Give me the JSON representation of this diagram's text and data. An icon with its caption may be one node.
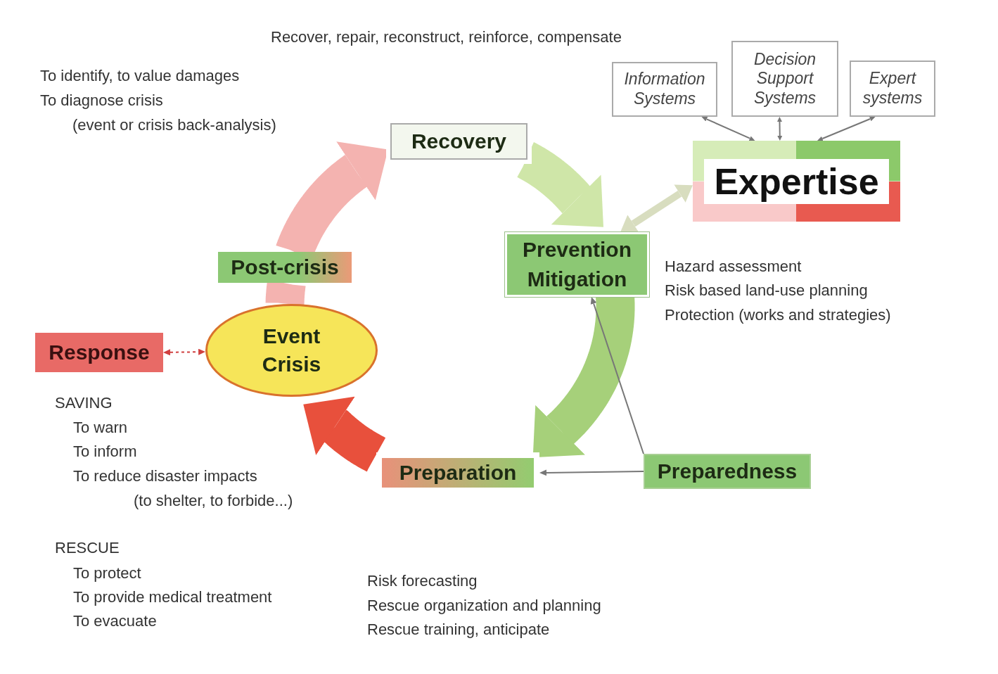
{
  "diagram": {
    "nodes": [
      {
        "text": [
          "Recovery"
        ]
      },
      {
        "text": [
          "Prevention Mitigation"
        ],
        "beside": [
          "Hazard assessment",
          "Risk based land-use planning",
          "Protection (works and strategies)"
        ]
      },
      {
        "text": [
          "Preparation"
        ],
        "beside": [
          "Risk forecasting",
          "Rescue organization and planning",
          "Rescue training, anticipate"
        ]
      },
      {
        "text": [
          "Event Crisis"
        ]
      },
      {
        "text": [
          "Post-crisis"
        ],
        "beside": [
          "To identify, to value damages",
          "To diagnose crisis",
          "(event or crisis back-analysis)"
        ]
      },
      {
        "text": [
          "Response"
        ],
        "beside": [
          "SAVING",
          "To warn",
          "To inform",
          "To reduce disaster impacts",
          "(to shelter, to forbide...)",
          "RESCUE",
          "To protect",
          "To provide medical treatment",
          "To evacuate"
        ]
      },
      {
        "text": [
          "Preparedness"
        ]
      },
      {
        "text": [
          "Expertise"
        ]
      },
      {
        "text": [
          "Information Systems"
        ]
      },
      {
        "text": [
          "Decision Support Systems"
        ]
      },
      {
        "text": [
          "Expert systems"
        ]
      }
    ],
    "edges": [
      {
        "from": 3,
        "to": 4,
        "arrow": "none",
        "style": "thick",
        "color": "#f4b3b0"
      },
      {
        "from": 4,
        "to": 0,
        "arrow": "to",
        "style": "thick",
        "color": "#f4b3b0"
      },
      {
        "from": 0,
        "to": 1,
        "arrow": "to",
        "style": "thick",
        "color": "#cfe6a8"
      },
      {
        "from": 1,
        "to": 2,
        "arrow": "to",
        "style": "thick",
        "color": "#a6d07a"
      },
      {
        "from": 2,
        "to": 3,
        "arrow": "to",
        "style": "thick",
        "color": "#e8503c"
      },
      {
        "from": 5,
        "to": 3,
        "arrow": "both",
        "style": "dashed",
        "color": "#d04040"
      },
      {
        "from": 7,
        "to": 1,
        "arrow": "both",
        "style": "thick",
        "color": "#d8ddbf"
      },
      {
        "from": 8,
        "to": 7,
        "arrow": "both"
      },
      {
        "from": 9,
        "to": 7,
        "arrow": "both"
      },
      {
        "from": 10,
        "to": 7,
        "arrow": "both"
      },
      {
        "from": 6,
        "to": 2,
        "arrow": "to"
      },
      {
        "from": 6,
        "to": 1,
        "arrow": "to"
      }
    ],
    "labels": [
      "Recover, repair, reconstruct, reinforce, compensate"
    ]
  }
}
